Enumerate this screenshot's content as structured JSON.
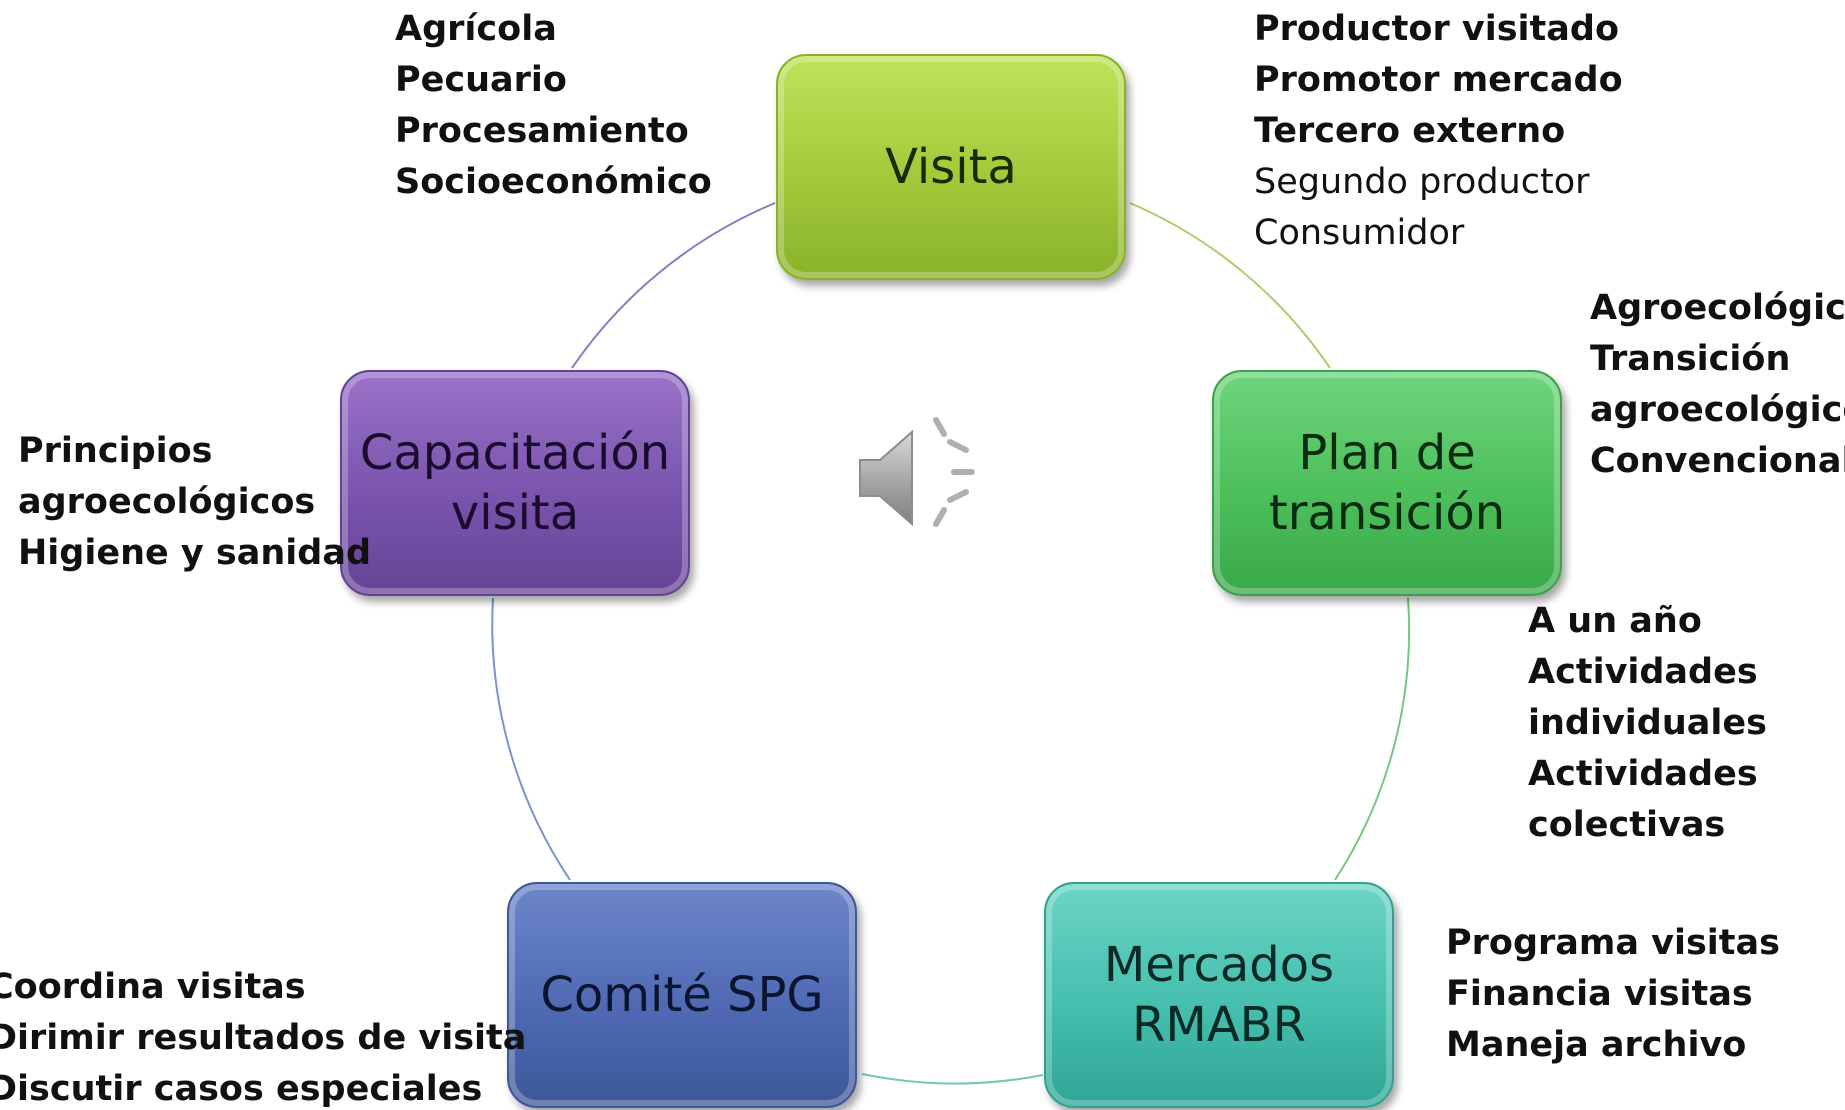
{
  "nodes": {
    "visita": "Visita",
    "plan": "Plan de\ntransición",
    "mercados": "Mercados\nRMABR",
    "comite": "Comité SPG",
    "capacitacion": "Capacitación\nvisita"
  },
  "annotations": {
    "visita_left": [
      "Agrícola",
      "Pecuario",
      "Procesamiento",
      "Socioeconómico"
    ],
    "visita_right_bold": [
      "Productor visitado",
      "Promotor mercado",
      "Tercero externo"
    ],
    "visita_right_regular": [
      "Segundo productor",
      "Consumidor"
    ],
    "plan_right": [
      "Agroecológico",
      "Transición",
      "agroecológico",
      "Convencional"
    ],
    "plan_below": [
      "A un año",
      "Actividades",
      "individuales",
      "Actividades",
      "colectivas"
    ],
    "mercados": [
      "Programa visitas",
      "Financia visitas",
      "Maneja archivo"
    ],
    "comite": [
      "Coordina visitas",
      "Dirimir resultados de visita",
      "Discutir casos especiales"
    ],
    "capacitacion": [
      "Principios",
      "agroecológicos",
      "Higiene y sanidad"
    ]
  },
  "icons": {
    "speaker": "speaker-icon"
  },
  "colors": {
    "visita": "#a2c93a",
    "plan": "#4cbf5a",
    "mercados": "#45bfae",
    "comite": "#4f6ab3",
    "capacitacion": "#7a54ad"
  }
}
